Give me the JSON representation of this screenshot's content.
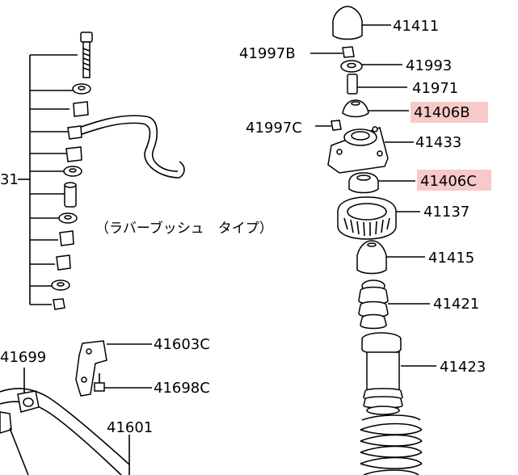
{
  "diagram": {
    "part_numbers": {
      "p41411": "41411",
      "p41997B": "41997B",
      "p41993": "41993",
      "p41971": "41971",
      "p41406B": "41406B",
      "p41997C": "41997C",
      "p41433": "41433",
      "p41406C": "41406C",
      "p41137": "41137",
      "p41415": "41415",
      "p41421": "41421",
      "p41423": "41423",
      "p41603C": "41603C",
      "p41698C": "41698C",
      "p41699": "41699",
      "p41601": "41601",
      "group_ref": "31"
    },
    "note": "（ラバーブッシュ　タイプ）",
    "highlighted": [
      "41406B",
      "41406C"
    ],
    "highlight_color": "#f7c9c9"
  }
}
